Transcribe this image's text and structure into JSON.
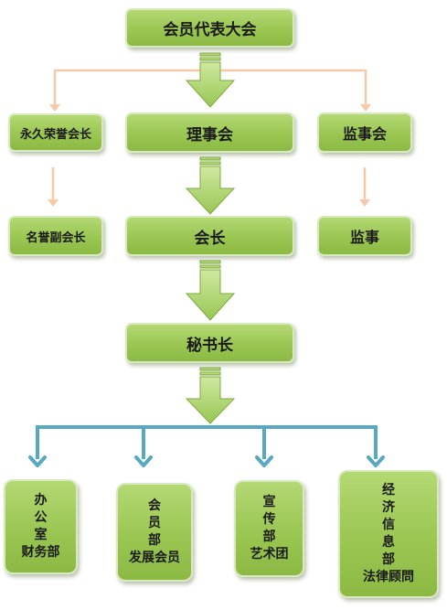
{
  "nodes": {
    "assembly": "会员代表大会",
    "honorary_president": "永久荣誉会长",
    "council": "理事会",
    "supervisory_board": "监事会",
    "honorary_vice_president": "名誉副会长",
    "president": "会长",
    "supervisor": "监事",
    "secretary_general": "秘书长",
    "office": [
      "办",
      "公",
      "室",
      "财务部"
    ],
    "membership": [
      "会",
      "员",
      "部",
      "发展会员"
    ],
    "publicity": [
      "宣",
      "传",
      "部",
      "艺术团"
    ],
    "economic": [
      "经",
      "济",
      "信",
      "息",
      "部",
      "法律顾問"
    ]
  },
  "colors": {
    "box_fill": "#9ac652",
    "box_border": "#d9e9bf",
    "flow_arrow": "#a6cf5f",
    "side_arrow": "#f6c9a8",
    "branch_line": "#57a8c1"
  }
}
